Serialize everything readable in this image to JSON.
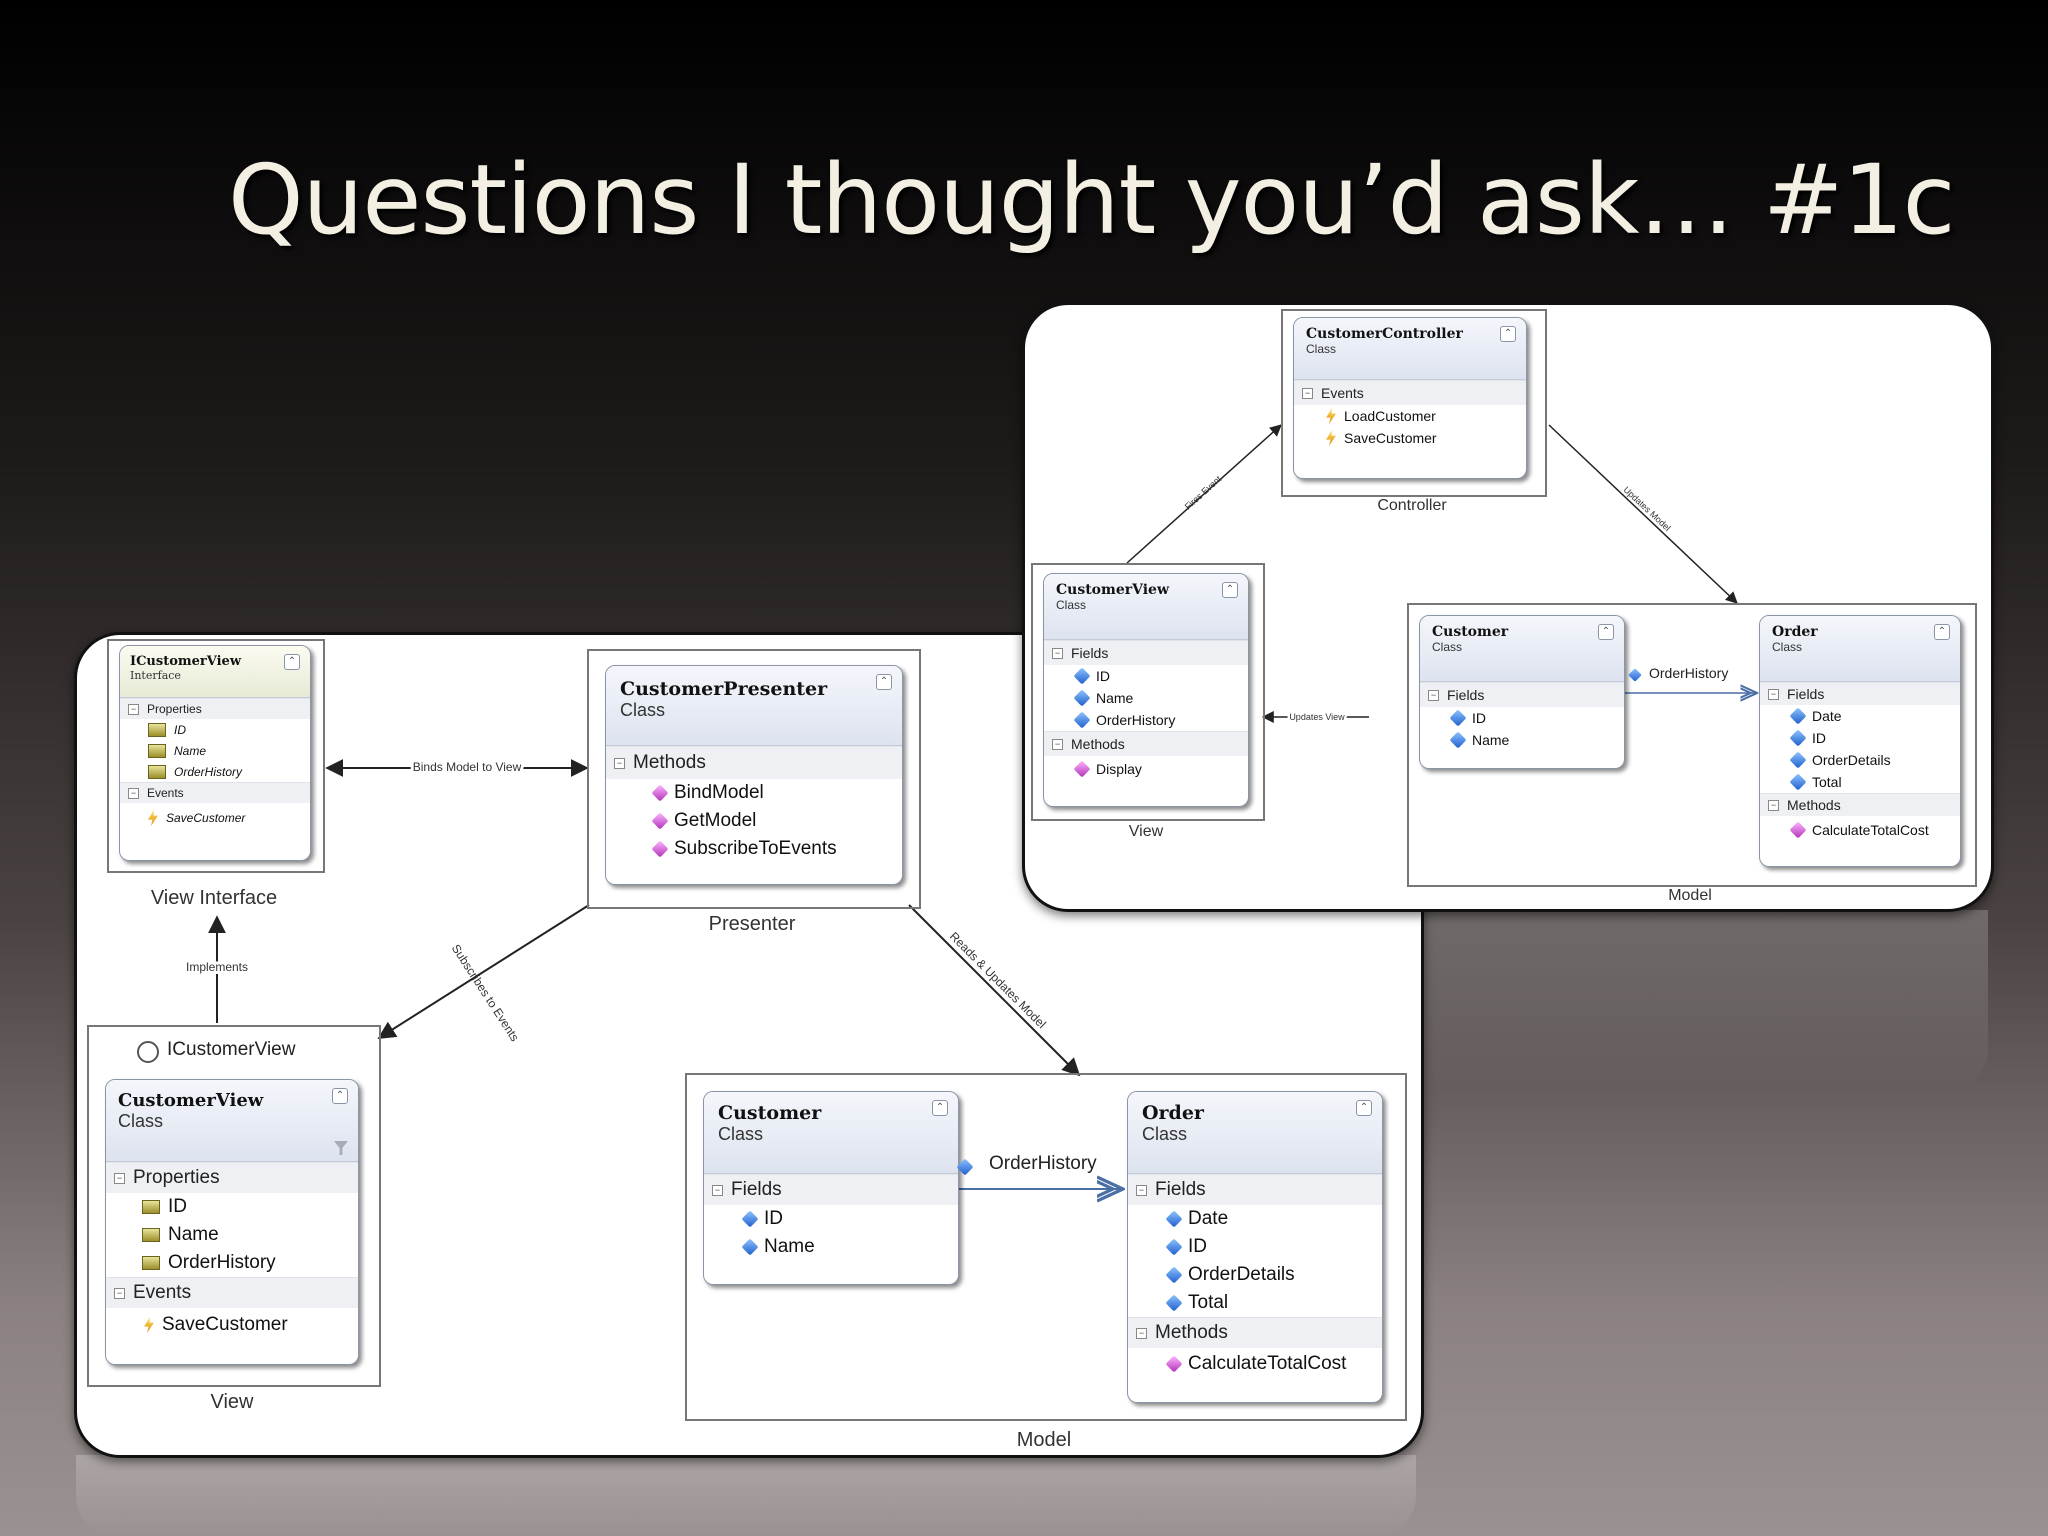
{
  "slide": {
    "title": "Questions I thought you’d ask… #1c"
  },
  "left_diagram": {
    "groups": {
      "view_interface": "View Interface",
      "presenter": "Presenter",
      "view": "View",
      "model": "Model"
    },
    "icustomerview": {
      "name": "ICustomerView",
      "kind": "Interface",
      "sections": [
        {
          "title": "Properties",
          "members": [
            "ID",
            "Name",
            "OrderHistory"
          ]
        },
        {
          "title": "Events",
          "members": [
            "SaveCustomer"
          ]
        }
      ]
    },
    "customerpresenter": {
      "name": "CustomerPresenter",
      "kind": "Class",
      "sections": [
        {
          "title": "Methods",
          "members": [
            "BindModel",
            "GetModel",
            "SubscribeToEvents"
          ]
        }
      ]
    },
    "customerview": {
      "interface_label": "ICustomerView",
      "name": "CustomerView",
      "kind": "Class",
      "sections": [
        {
          "title": "Properties",
          "members": [
            "ID",
            "Name",
            "OrderHistory"
          ]
        },
        {
          "title": "Events",
          "members": [
            "SaveCustomer"
          ]
        }
      ]
    },
    "customer": {
      "name": "Customer",
      "kind": "Class",
      "sections": [
        {
          "title": "Fields",
          "members": [
            "ID",
            "Name"
          ]
        }
      ]
    },
    "order": {
      "name": "Order",
      "kind": "Class",
      "sections": [
        {
          "title": "Fields",
          "members": [
            "Date",
            "ID",
            "OrderDetails",
            "Total"
          ]
        },
        {
          "title": "Methods",
          "members": [
            "CalculateTotalCost"
          ]
        }
      ]
    },
    "association": "OrderHistory",
    "edges": {
      "binds": "Binds Model to View",
      "implements": "Implements",
      "subscribes": "Subscribes to Events",
      "reads": "Reads & Updates Model"
    }
  },
  "right_diagram": {
    "groups": {
      "controller": "Controller",
      "view": "View",
      "model": "Model"
    },
    "customercontroller": {
      "name": "CustomerController",
      "kind": "Class",
      "sections": [
        {
          "title": "Events",
          "members": [
            "LoadCustomer",
            "SaveCustomer"
          ]
        }
      ]
    },
    "customerview": {
      "name": "CustomerView",
      "kind": "Class",
      "sections": [
        {
          "title": "Fields",
          "members": [
            "ID",
            "Name",
            "OrderHistory"
          ]
        },
        {
          "title": "Methods",
          "members": [
            "Display"
          ]
        }
      ]
    },
    "customer": {
      "name": "Customer",
      "kind": "Class",
      "sections": [
        {
          "title": "Fields",
          "members": [
            "ID",
            "Name"
          ]
        }
      ]
    },
    "order": {
      "name": "Order",
      "kind": "Class",
      "sections": [
        {
          "title": "Fields",
          "members": [
            "Date",
            "ID",
            "OrderDetails",
            "Total"
          ]
        },
        {
          "title": "Methods",
          "members": [
            "CalculateTotalCost"
          ]
        }
      ]
    },
    "association": "OrderHistory",
    "edges": {
      "fires": "Fires Event",
      "updates_model": "Updates Model",
      "updates_view": "Updates View"
    }
  }
}
